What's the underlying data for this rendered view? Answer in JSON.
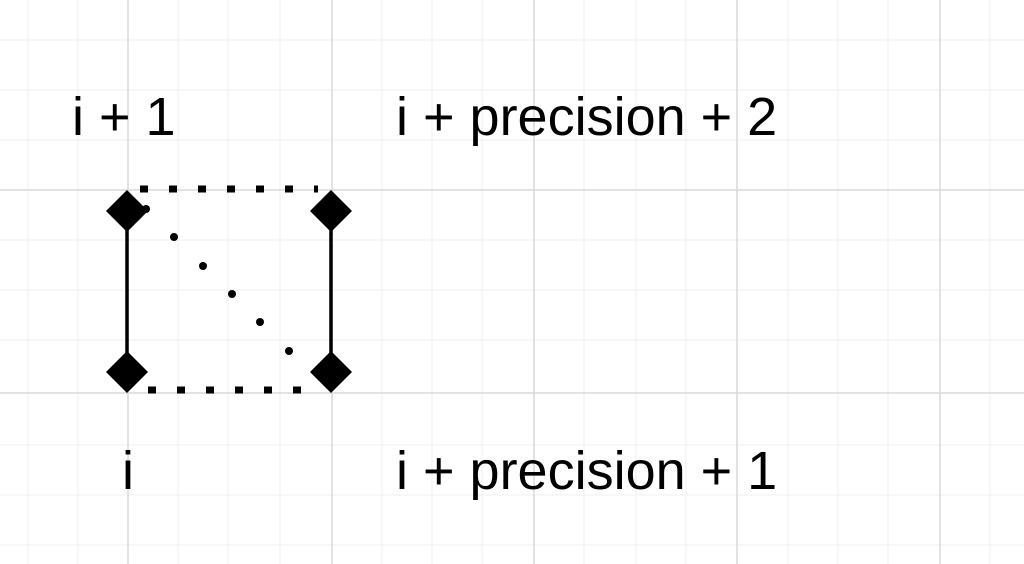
{
  "labels": {
    "top_left": "i + 1",
    "top_right": "i + precision + 2",
    "bottom_left": "i",
    "bottom_right": "i + precision + 1"
  },
  "colors": {
    "background": "#ffffff",
    "grid_major": "#dcdcdc",
    "grid_minor": "#efefef",
    "ink": "#000000"
  }
}
